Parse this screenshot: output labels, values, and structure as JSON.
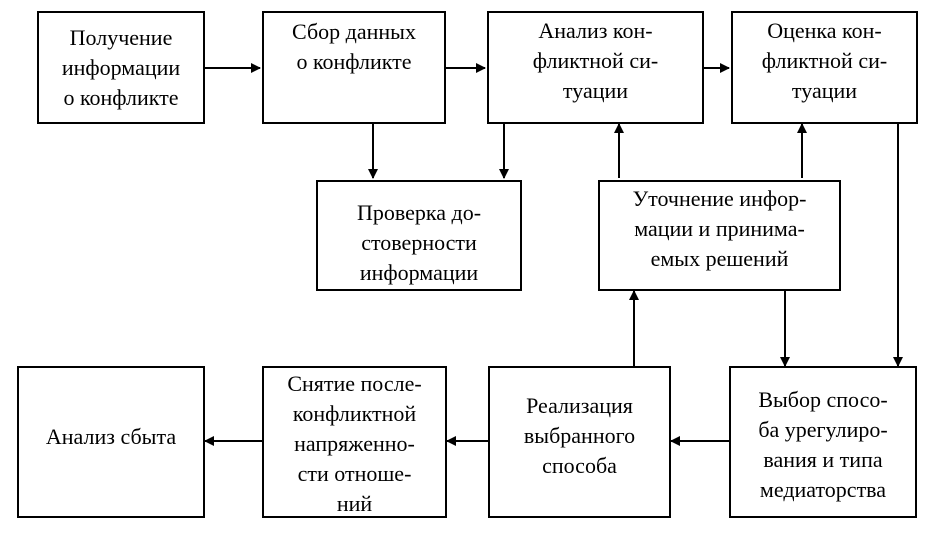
{
  "boxes": {
    "b1": "Получение\nинформации\nо конфликте",
    "b2": "Сбор данных\nо конфликте",
    "b3": "Анализ кон-\nфликтной си-\nтуации",
    "b4": "Оценка кон-\nфликтной си-\nтуации",
    "b5": "Проверка до-\nстоверности\nинформации",
    "b6": "Уточнение инфор-\nмации и принима-\nемых решений",
    "b7": "Анализ сбыта",
    "b8": "Снятие после-\nконфликтной\nнапряженно-\nсти отноше-\nний",
    "b9": "Реализация\nвыбранного\nспособа",
    "b10": "Выбор спосо-\nба урегулиро-\nвания и типа\nмедиаторства"
  }
}
